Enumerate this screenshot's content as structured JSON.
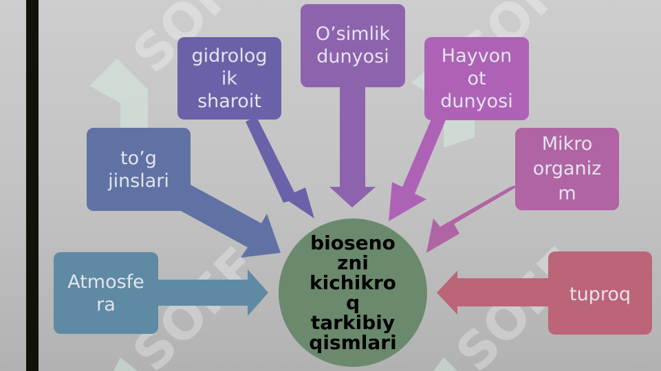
{
  "center": {
    "label": "bioseno\nzni\nkichikro\nq\ntarkibiy\nqismlari"
  },
  "nodes": [
    {
      "id": "atmosfera",
      "label": "Atmosfe\nra",
      "color": "#5f8aa3"
    },
    {
      "id": "tog-jinslari",
      "label": "to’g\njinslari",
      "color": "#6072a4"
    },
    {
      "id": "gidrologik-sharoit",
      "label": "gidrolog\nik\nsharoit",
      "color": "#6a62a8"
    },
    {
      "id": "osimlik-dunyosi",
      "label": "O’simlik\ndunyosi",
      "color": "#8e63ae"
    },
    {
      "id": "hayvonot-dunyosi",
      "label": "Hayvon\not\ndunyosi",
      "color": "#ae62b6"
    },
    {
      "id": "mikroorganizm",
      "label": "Mikro\norganiz\nm",
      "color": "#b064a4"
    },
    {
      "id": "tuproq",
      "label": "tuproq",
      "color": "#bc6478"
    }
  ],
  "watermark": {
    "text": "SOFF"
  },
  "colors": {
    "background": "#c4c4c4",
    "left_bar": "#121208",
    "center": "#6b8a6d",
    "watermark": "#ffffff"
  }
}
